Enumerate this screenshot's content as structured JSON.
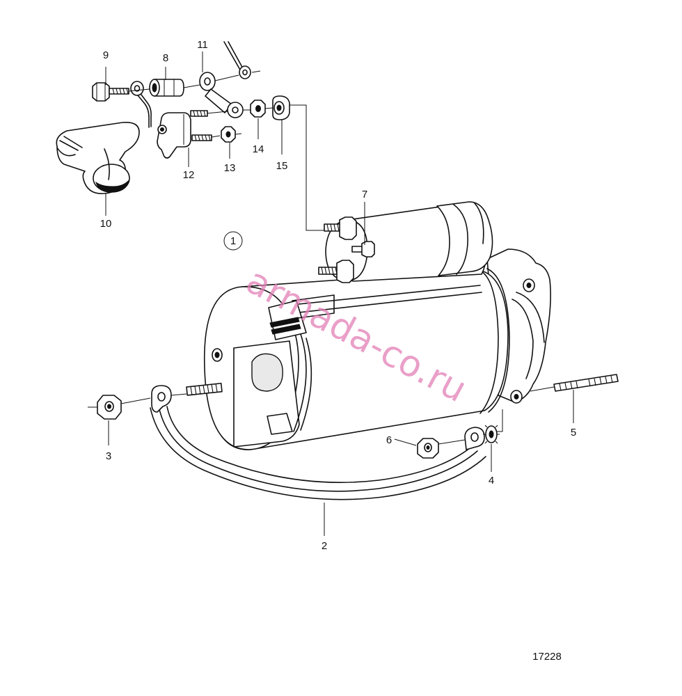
{
  "figure_number": "17228",
  "watermark": "armada-co.ru",
  "view_marker": "1",
  "callouts": [
    {
      "id": "c2",
      "text": "2"
    },
    {
      "id": "c3",
      "text": "3"
    },
    {
      "id": "c4",
      "text": "4"
    },
    {
      "id": "c5",
      "text": "5"
    },
    {
      "id": "c6",
      "text": "6"
    },
    {
      "id": "c7",
      "text": "7"
    },
    {
      "id": "c8",
      "text": "8"
    },
    {
      "id": "c9",
      "text": "9"
    },
    {
      "id": "c10",
      "text": "10"
    },
    {
      "id": "c11",
      "text": "11"
    },
    {
      "id": "c12",
      "text": "12"
    },
    {
      "id": "c13",
      "text": "13"
    },
    {
      "id": "c14",
      "text": "14"
    },
    {
      "id": "c15",
      "text": "15"
    }
  ]
}
